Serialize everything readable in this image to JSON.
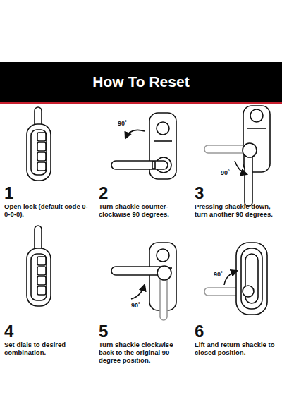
{
  "diagram": {
    "title": "How To Reset",
    "labels": [
      "1",
      "Open lock (default code 0-0-0-0).",
      "90˚",
      "2",
      "Turn shackle counter-clockwise 90 degrees.",
      "90˚",
      "3",
      "Pressing shackle down, turn another 90 degrees.",
      "4",
      "Set dials to desired combination.",
      "90˚",
      "5",
      "Turn shackle clockwise back to the original 90 degree position.",
      "90˚",
      "6",
      "Lift and return shackle to closed position."
    ]
  }
}
